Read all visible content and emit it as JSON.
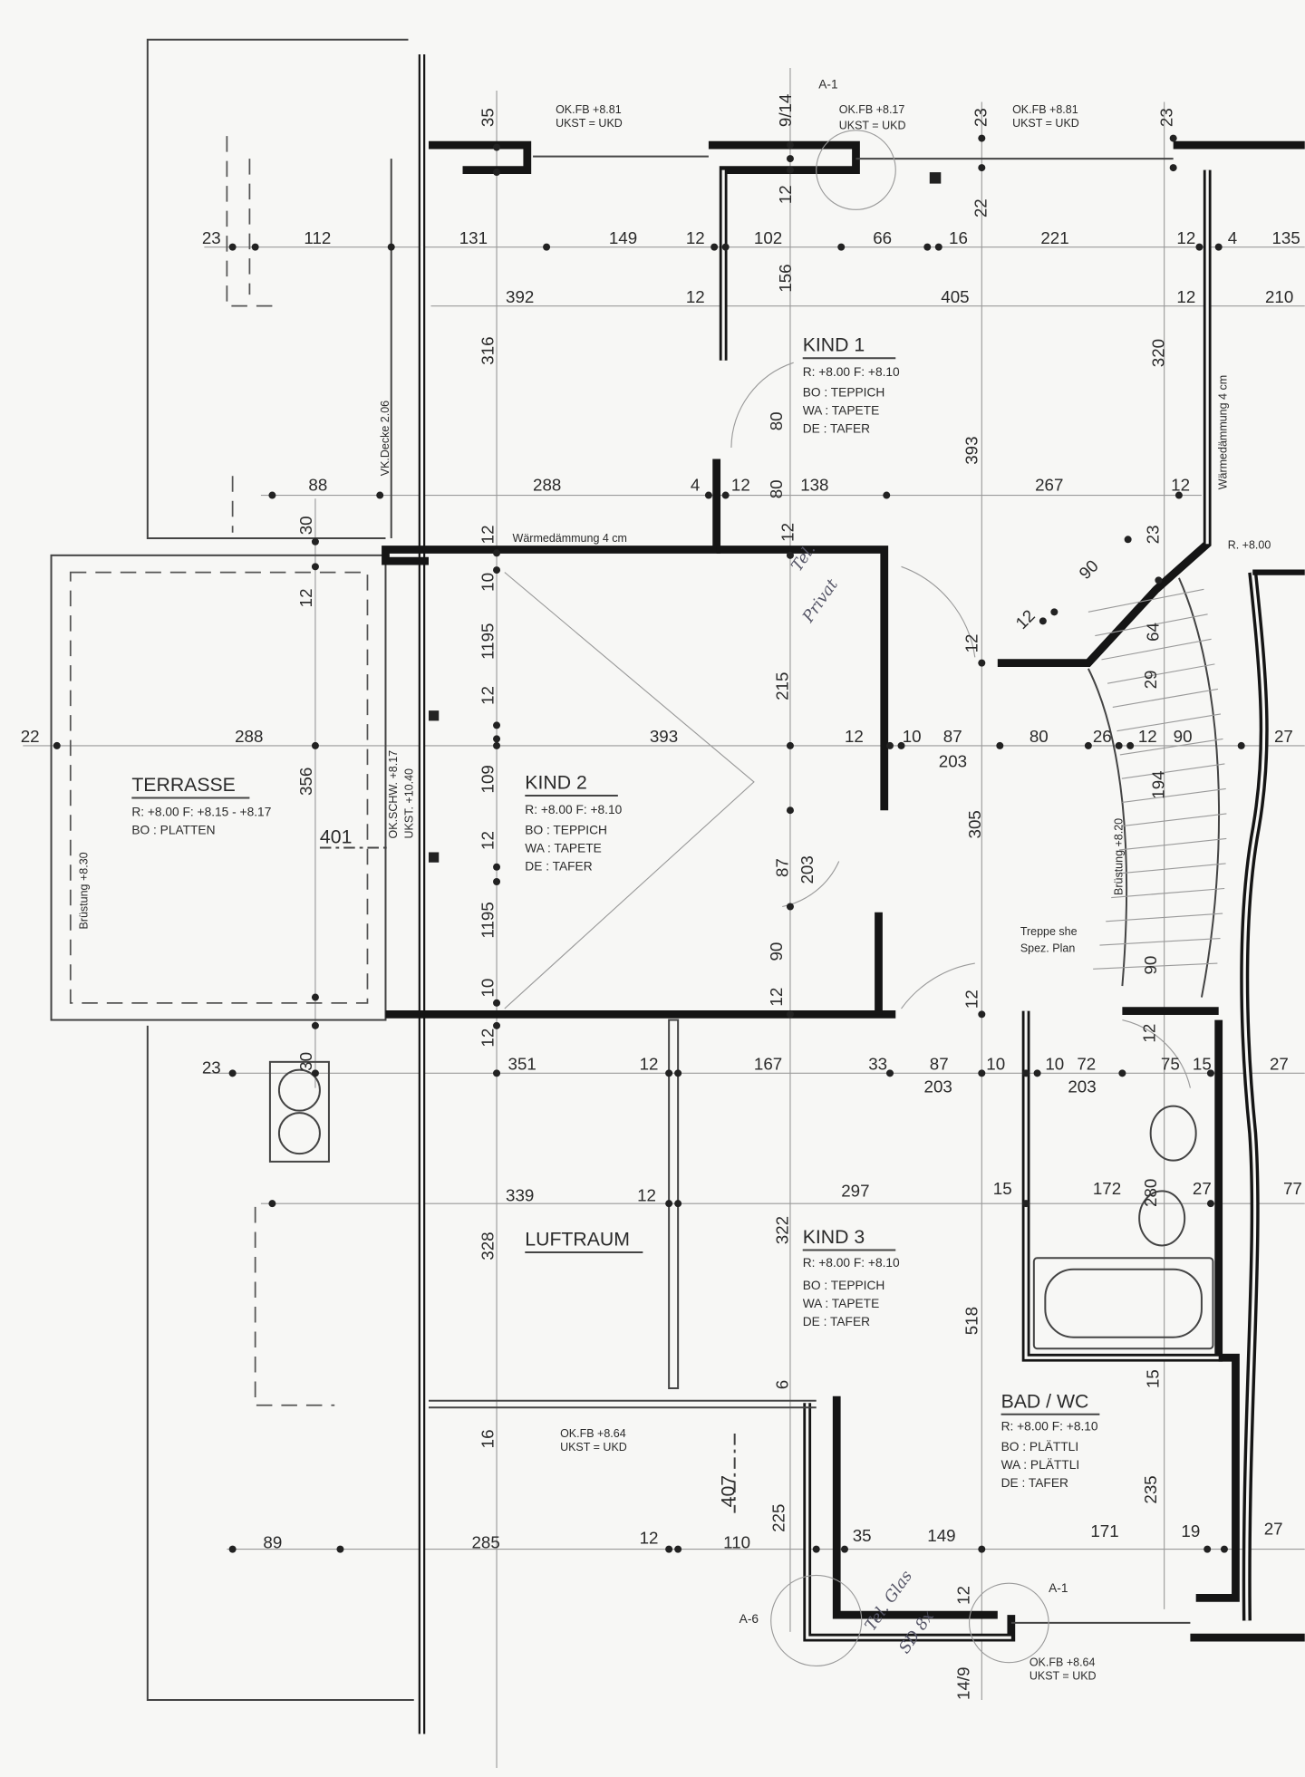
{
  "rooms": [
    {
      "name": "KIND 1",
      "lines": [
        "R: +8.00  F: +8.10",
        "BO : TEPPICH",
        "WA : TAPETE",
        "DE : TAFER"
      ]
    },
    {
      "name": "KIND 2",
      "lines": [
        "R: +8.00  F: +8.10",
        "BO : TEPPICH",
        "WA : TAPETE",
        "DE : TAFER"
      ]
    },
    {
      "name": "TERRASSE",
      "lines": [
        "R: +8.00  F: +8.15 - +8.17",
        "BO : PLATTEN"
      ]
    },
    {
      "name": "KIND 3",
      "lines": [
        "R: +8.00  F: +8.10",
        "BO : TEPPICH",
        "WA : TAPETE",
        "DE : TAFER"
      ]
    },
    {
      "name": "BAD / WC",
      "lines": [
        "R: +8.00  F: +8.10",
        "BO : PLÄTTLI",
        "WA : PLÄTTLI",
        "DE : TAFER"
      ]
    },
    {
      "name": "LUFTRAUM",
      "lines": []
    }
  ],
  "notes": [
    "OK.FB  +8.81",
    "UKST = UKD",
    "OK.FB  +8.17",
    "UKST = UKD",
    "OK.FB  +8.81",
    "UKST = UKD",
    "OK.FB  +8.64",
    "UKST = UKD",
    "OK.FB  +8.64",
    "UKST = UKD",
    "A-1",
    "A-1",
    "A-6",
    "Wärmedämmung 4 cm",
    "Wärmedämmung 4 cm",
    "VK.Decke 2.06",
    "R. +8.00",
    "Brüstung +8.30",
    "Brüstung +8.20",
    "Treppe she",
    "Spez. Plan",
    "OK.SCHW. +8.17",
    "UKST. +10.40",
    "401",
    "407"
  ],
  "handwritten": [
    "Tel.",
    "Privat",
    "Tel. Glas",
    "SD 8x"
  ],
  "dimensions": [
    "23",
    "112",
    "131",
    "149",
    "12",
    "102",
    "66",
    "16",
    "221",
    "12",
    "4",
    "135",
    "392",
    "12",
    "405",
    "12",
    "210",
    "88",
    "288",
    "4",
    "12",
    "138",
    "267",
    "12",
    "22",
    "288",
    "393",
    "12",
    "10",
    "87",
    "203",
    "80",
    "26",
    "12",
    "90",
    "27",
    "23",
    "351",
    "12",
    "167",
    "33",
    "87",
    "203",
    "10",
    "10",
    "72",
    "203",
    "75",
    "15",
    "27",
    "339",
    "12",
    "297",
    "15",
    "172",
    "27",
    "77",
    "89",
    "285",
    "12",
    "110",
    "35",
    "149",
    "171",
    "19",
    "27",
    "35",
    "9/14",
    "12",
    "156",
    "23",
    "22",
    "23",
    "316",
    "320",
    "393",
    "80",
    "80",
    "30",
    "12",
    "10",
    "1195",
    "12",
    "109",
    "12",
    "1195",
    "10",
    "12",
    "12",
    "356",
    "12",
    "215",
    "87",
    "203",
    "305",
    "90",
    "12",
    "12",
    "12",
    "23",
    "64",
    "29",
    "194",
    "90",
    "12",
    "30",
    "328",
    "322",
    "518",
    "280",
    "15",
    "235",
    "16",
    "6",
    "225",
    "12",
    "14/9",
    "90",
    "12"
  ],
  "colors": {
    "ink": "#151515",
    "paper": "#f7f7f5",
    "pencil": "#556677"
  }
}
